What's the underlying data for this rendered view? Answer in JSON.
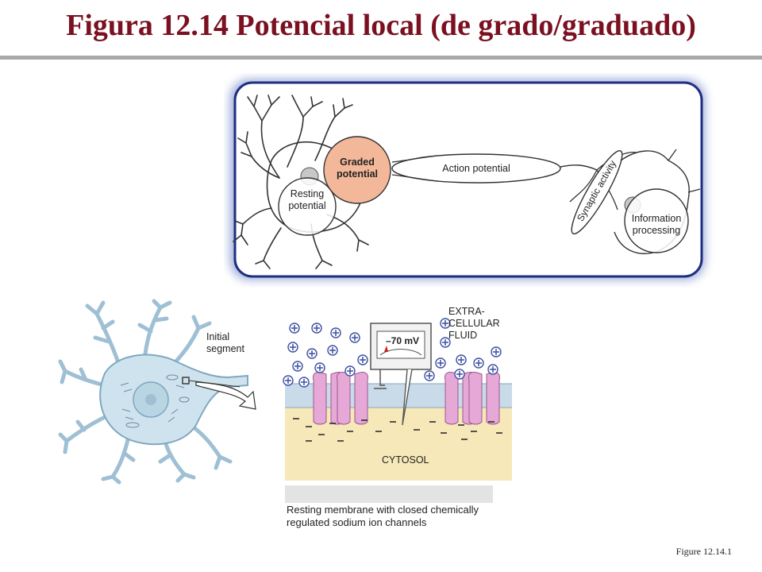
{
  "slide": {
    "title": "Figura 12.14  Potencial local (de grado/graduado)",
    "figure_reference": "Figure 12.14.1"
  },
  "top_diagram": {
    "labels": {
      "resting_potential": [
        "Resting",
        "potential"
      ],
      "graded_potential": [
        "Graded",
        "potential"
      ],
      "action_potential": "Action potential",
      "synaptic_activity": "Synaptic activity",
      "information_processing": [
        "Information",
        "processing"
      ]
    },
    "colors": {
      "frame_glow": "#4a63b8",
      "graded_fill": "#f3b89a"
    }
  },
  "neuron_diagram": {
    "label": [
      "Initial",
      "segment"
    ]
  },
  "membrane_diagram": {
    "meter_reading": "–70 mV",
    "extracellular_label": [
      "EXTRA-",
      "CELLULAR",
      "FLUID"
    ],
    "cytosol_label": "CYTOSOL",
    "caption": [
      "Resting membrane with closed chemically",
      "regulated sodium ion channels"
    ],
    "colors": {
      "extracellular": "#c9dbe9",
      "cytosol": "#f6e8b8",
      "channel": "#e6a8d6",
      "ion_plus": "#3b4fa0"
    }
  }
}
